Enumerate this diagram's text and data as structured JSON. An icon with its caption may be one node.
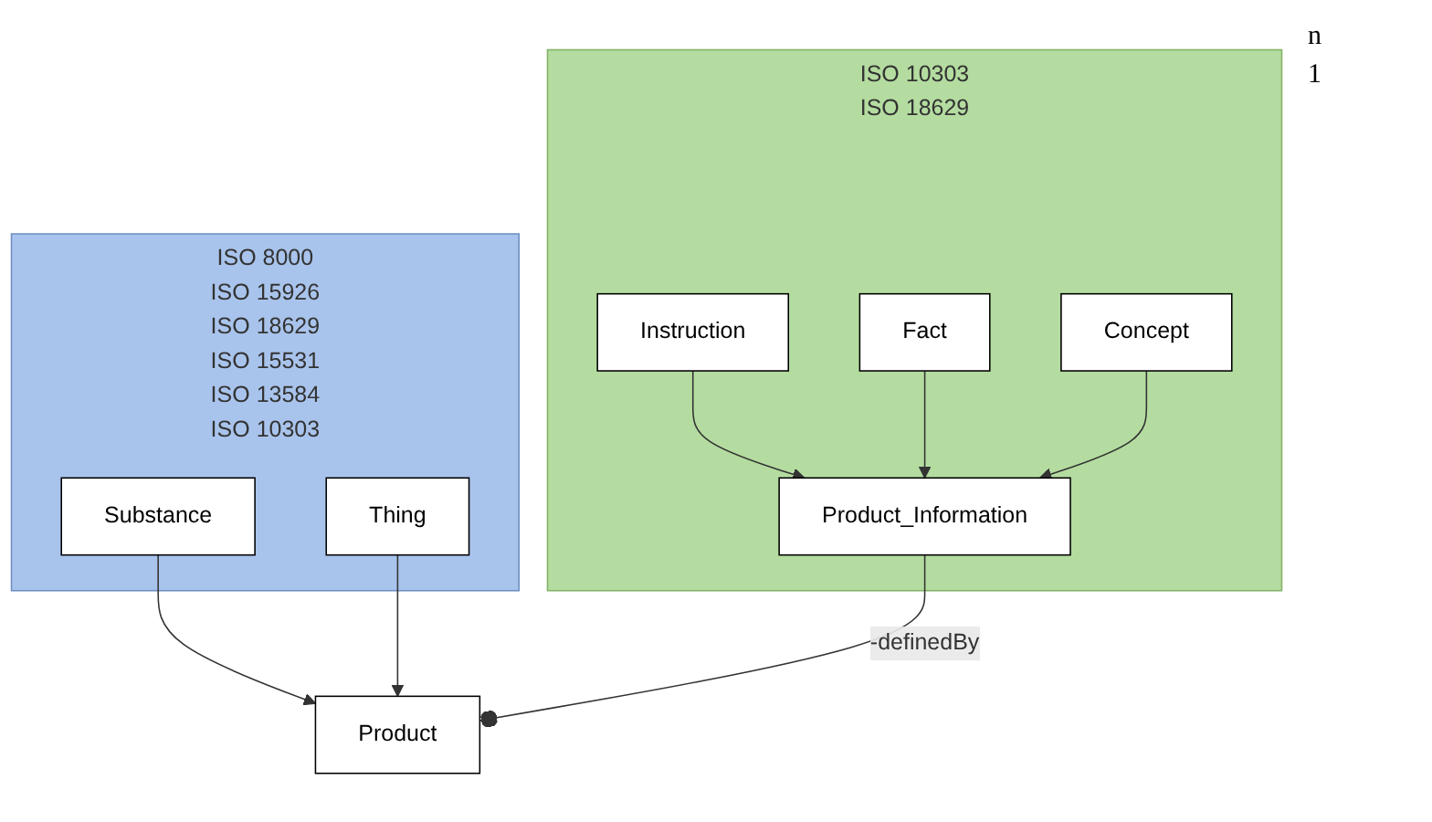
{
  "diagram": {
    "nodes": [
      {
        "text": [
          "ISO 8000",
          "ISO 15926",
          "ISO 18629",
          "ISO 15531",
          "ISO 13584",
          "ISO 10303"
        ]
      },
      {
        "text": [
          "Substance"
        ],
        "in": 0
      },
      {
        "text": [
          "Thing"
        ],
        "in": 0
      },
      {
        "text": [
          "ISO 10303",
          "ISO 18629"
        ]
      },
      {
        "text": [
          "Instruction"
        ],
        "in": 3
      },
      {
        "text": [
          "Fact"
        ],
        "in": 3
      },
      {
        "text": [
          "Concept"
        ],
        "in": 3
      },
      {
        "text": [
          "Product_Information"
        ],
        "in": 3
      },
      {
        "text": [
          "Product"
        ]
      }
    ],
    "edges": [
      {
        "from": 1,
        "to": 8,
        "arrow": "to"
      },
      {
        "from": 2,
        "to": 8,
        "arrow": "to"
      },
      {
        "from": 4,
        "to": 7,
        "arrow": "to"
      },
      {
        "from": 5,
        "to": 7,
        "arrow": "to"
      },
      {
        "from": 6,
        "to": 7,
        "arrow": "to"
      },
      {
        "from": 7,
        "to": 8,
        "arrow": "other",
        "label": "-definedBy"
      }
    ],
    "labels": [
      "n",
      "1"
    ]
  }
}
